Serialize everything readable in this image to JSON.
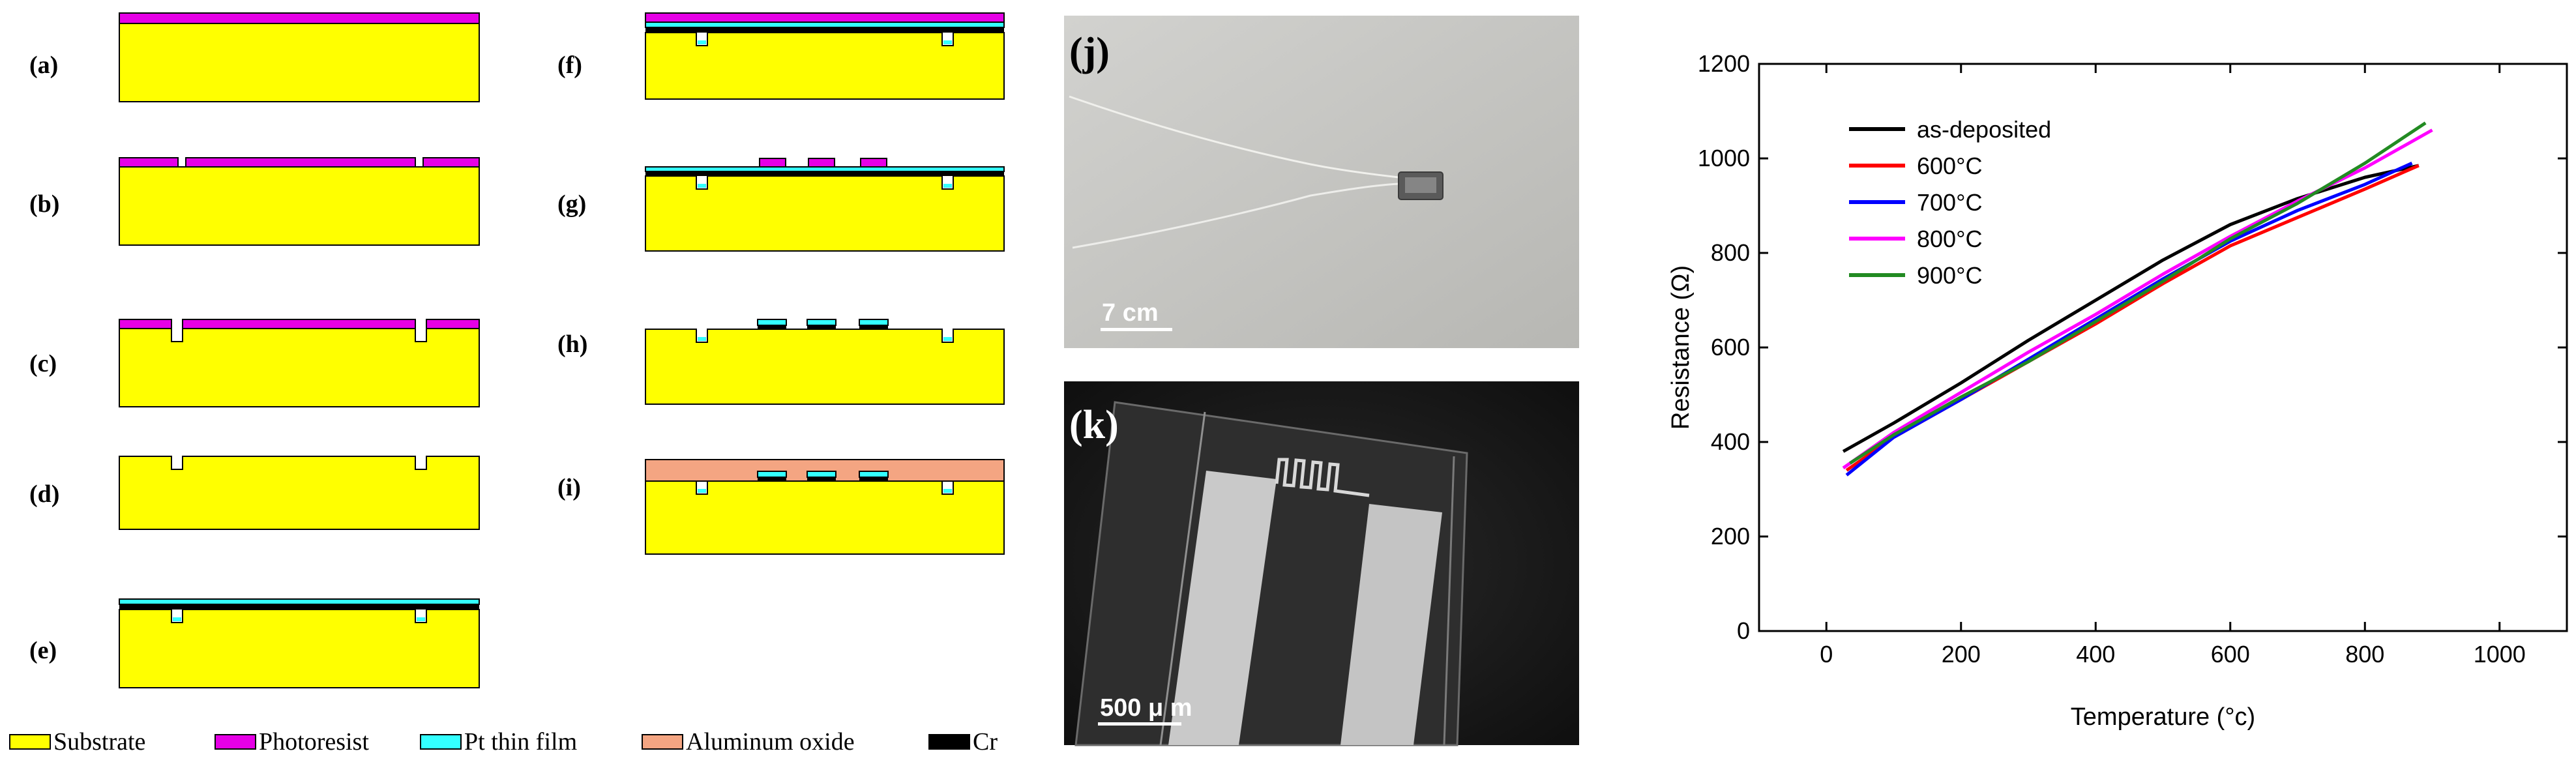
{
  "colors": {
    "substrate": "#ffff00",
    "photoresist": "#e600e6",
    "pt_film": "#33ffff",
    "aluminum_oxide": "#f4a582",
    "cr": "#000000"
  },
  "process_steps": [
    "(a)",
    "(b)",
    "(c)",
    "(d)",
    "(e)",
    "(f)",
    "(g)",
    "(h)",
    "(i)"
  ],
  "legend": {
    "substrate": "Substrate",
    "photoresist": "Photoresist",
    "pt_film": "Pt thin film",
    "aluminum_oxide": "Aluminum oxide",
    "cr": "Cr"
  },
  "photos": {
    "j": {
      "label": "(j)",
      "scale_bar": "7 cm"
    },
    "k": {
      "label": "(k)",
      "scale_bar": "500 μ m"
    }
  },
  "chart_data": {
    "type": "line",
    "title": "",
    "xlabel": "Temperature (°c)",
    "ylabel": "Resistance (Ω)",
    "xlim": [
      -100,
      1100
    ],
    "ylim": [
      0,
      1200
    ],
    "xticks": [
      0,
      200,
      400,
      600,
      800,
      1000
    ],
    "yticks": [
      0,
      200,
      400,
      600,
      800,
      1000,
      1200
    ],
    "grid": false,
    "legend_position": "top-left",
    "series": [
      {
        "name": "as-deposited",
        "color": "#000000",
        "x": [
          25,
          100,
          200,
          300,
          400,
          500,
          600,
          700,
          800,
          880
        ],
        "y": [
          380,
          440,
          525,
          615,
          700,
          785,
          860,
          915,
          960,
          985
        ]
      },
      {
        "name": "600°C",
        "color": "#ff0000",
        "x": [
          30,
          100,
          200,
          300,
          400,
          500,
          600,
          700,
          800,
          880
        ],
        "y": [
          340,
          410,
          490,
          570,
          650,
          735,
          815,
          875,
          935,
          985
        ]
      },
      {
        "name": "700°C",
        "color": "#0000ff",
        "x": [
          30,
          100,
          200,
          300,
          400,
          500,
          600,
          700,
          800,
          870
        ],
        "y": [
          330,
          410,
          490,
          575,
          660,
          745,
          825,
          890,
          945,
          990
        ]
      },
      {
        "name": "800°C",
        "color": "#ff00ff",
        "x": [
          25,
          100,
          200,
          300,
          400,
          500,
          600,
          700,
          800,
          900
        ],
        "y": [
          345,
          420,
          505,
          590,
          670,
          755,
          835,
          910,
          980,
          1060
        ]
      },
      {
        "name": "900°C",
        "color": "#228b22",
        "x": [
          35,
          100,
          200,
          300,
          400,
          500,
          600,
          700,
          800,
          890
        ],
        "y": [
          355,
          415,
          495,
          570,
          655,
          740,
          830,
          905,
          990,
          1075
        ]
      }
    ]
  }
}
